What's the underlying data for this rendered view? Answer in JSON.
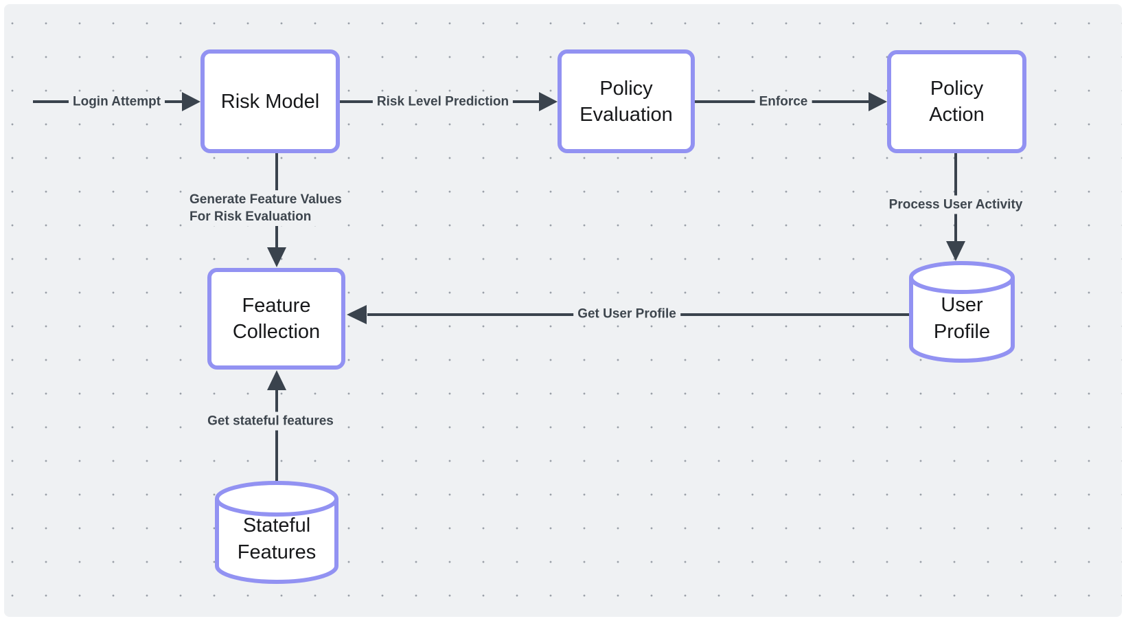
{
  "theme": {
    "page_bg": "#ffffff",
    "canvas_bg": "#eff1f3",
    "dot_color": "#9aa0a8",
    "node_border": "#9292f2",
    "node_fill": "#ffffff",
    "node_text": "#17181a",
    "edge_color": "#3a434d",
    "edge_label_color": "#3e464e"
  },
  "nodes": {
    "risk_model": {
      "label": "Risk Model",
      "shape": "rectangle"
    },
    "policy_evaluation": {
      "label": "Policy\nEvaluation",
      "shape": "rectangle"
    },
    "policy_action": {
      "label": "Policy\nAction",
      "shape": "rectangle"
    },
    "feature_collection": {
      "label": "Feature\nCollection",
      "shape": "rectangle"
    },
    "user_profile": {
      "label": "User\nProfile",
      "shape": "cylinder"
    },
    "stateful_features": {
      "label": "Stateful\nFeatures",
      "shape": "cylinder"
    }
  },
  "edges": {
    "login_attempt": {
      "label": "Login Attempt",
      "from": "external",
      "to": "risk_model"
    },
    "risk_level_prediction": {
      "label": "Risk Level Prediction",
      "from": "risk_model",
      "to": "policy_evaluation"
    },
    "enforce": {
      "label": "Enforce",
      "from": "policy_evaluation",
      "to": "policy_action"
    },
    "process_user_activity": {
      "label": "Process User Activity",
      "from": "policy_action",
      "to": "user_profile"
    },
    "get_user_profile": {
      "label": "Get User Profile",
      "from": "user_profile",
      "to": "feature_collection"
    },
    "generate_feature_values": {
      "label": "Generate Feature Values\nFor Risk Evaluation",
      "from": "risk_model",
      "to": "feature_collection"
    },
    "get_stateful_features": {
      "label": "Get stateful features",
      "from": "stateful_features",
      "to": "feature_collection"
    }
  }
}
